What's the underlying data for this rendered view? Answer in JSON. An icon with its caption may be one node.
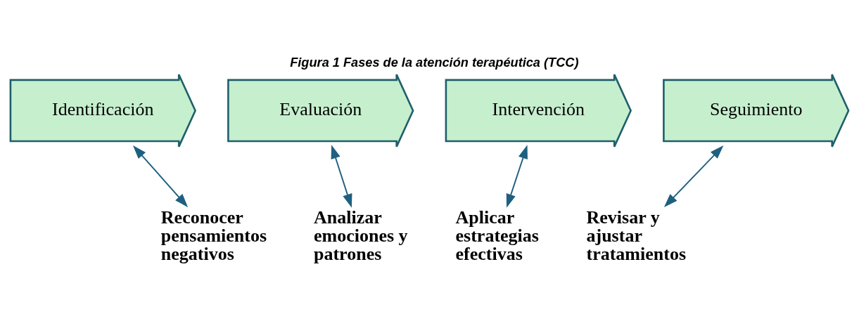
{
  "diagram": {
    "title": "Figura 1 Fases de la atención terapéutica (TCC)",
    "nodes": [
      {
        "text": [
          "Identificación"
        ]
      },
      {
        "text": [
          "Evaluación"
        ]
      },
      {
        "text": [
          "Intervención"
        ]
      },
      {
        "text": [
          "Seguimiento"
        ]
      },
      {
        "text": [
          "Reconocer pensamientos negativos"
        ]
      },
      {
        "text": [
          "Analizar emociones y patrones"
        ]
      },
      {
        "text": [
          "Aplicar estrategias efectivas"
        ]
      },
      {
        "text": [
          "Revisar y ajustar tratamientos"
        ]
      }
    ],
    "edges": [
      {
        "from": 0,
        "to": 4,
        "arrow": "both"
      },
      {
        "from": 1,
        "to": 5,
        "arrow": "both"
      },
      {
        "from": 2,
        "to": 6,
        "arrow": "both"
      },
      {
        "from": 3,
        "to": 7,
        "arrow": "both"
      }
    ]
  }
}
